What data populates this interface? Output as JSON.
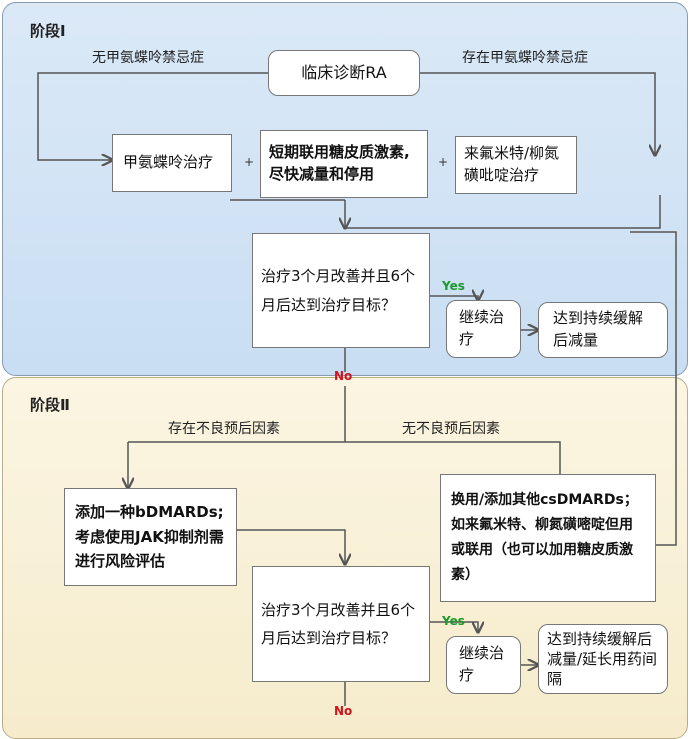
{
  "phase1": {
    "title": "阶段Ⅰ",
    "start": "临床诊断RA",
    "label_left": "无甲氨蝶呤禁忌症",
    "label_right": "存在甲氨蝶呤禁忌症",
    "box_mtx": "甲氨蝶呤治疗",
    "box_steroid": "短期联用糖皮质激素,尽快减量和停用",
    "box_leflunomide": "来氟米特/柳氮磺吡啶治疗",
    "plus": "+",
    "question": "治疗3个月改善并且6个月后达到治疗目标？",
    "yes": "Yes",
    "continue": "继续治疗",
    "outcome": "达到持续缓解后减量",
    "no": "No"
  },
  "phase2": {
    "title": "阶段Ⅱ",
    "label_left": "存在不良预后因素",
    "label_right": "无不良预后因素",
    "box_bdmard": "添加一种bDMARDs;考虑使用JAK抑制剂需进行风险评估",
    "box_csdmard": "换用/添加其他csDMARDs；如来氟米特、柳氮磺嘧啶但用或联用（也可以加用糖皮质激素）",
    "question": "治疗3个月改善并且6个月后达到治疗目标？",
    "yes": "Yes",
    "continue": "继续治疗",
    "outcome": "达到持续缓解后减量/延长用药间隔",
    "no": "No"
  }
}
